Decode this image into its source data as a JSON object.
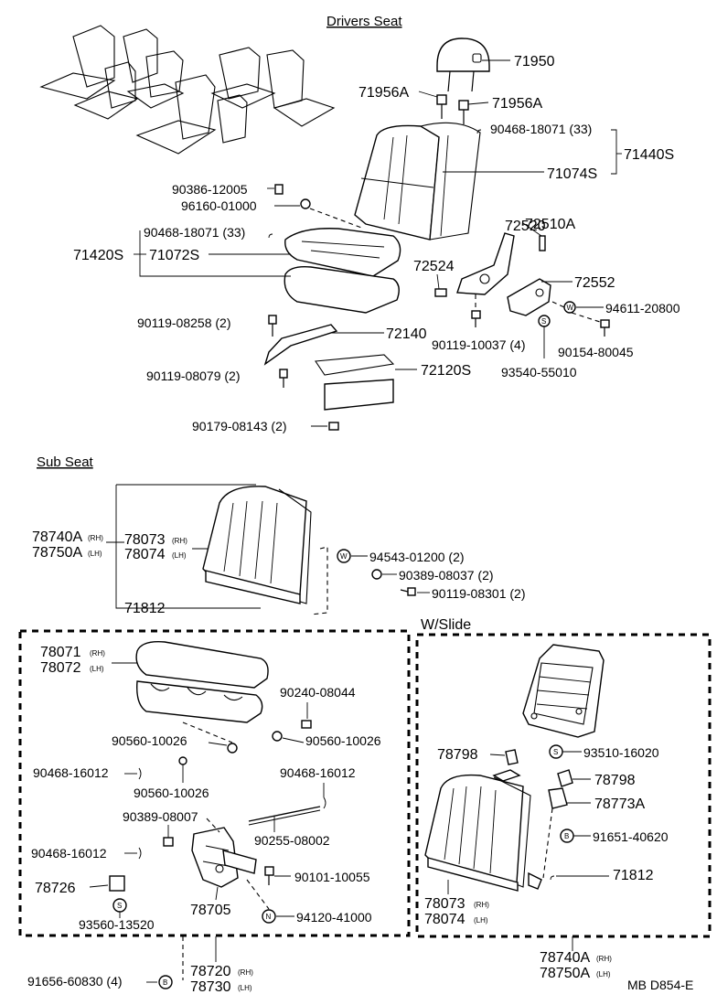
{
  "sections": {
    "drivers_seat": "Drivers Seat",
    "sub_seat": "Sub Seat",
    "w_slide": "W/Slide"
  },
  "labels": {
    "p71950": "71950",
    "p71956A_l": "71956A",
    "p71956A_r": "71956A",
    "p90468_18071_top": "90468-18071 (33)",
    "p71440S": "71440S",
    "p71074S": "71074S",
    "p90386": "90386-12005",
    "p96160": "96160-01000",
    "p90468_18071_mid": "90468-18071 (33)",
    "p71420S": "71420S",
    "p71072S": "71072S",
    "p72520": "72520",
    "p72510A": "72510A",
    "p72524": "72524",
    "p72552": "72552",
    "p94611": "94611-20800",
    "p90119_08258": "90119-08258 (2)",
    "p72140": "72140",
    "p90119_10037": "90119-10037 (4)",
    "p90154": "90154-80045",
    "p93540": "93540-55010",
    "p90119_08079": "90119-08079 (2)",
    "p72120S": "72120S",
    "p90179": "90179-08143 (2)",
    "p78740A_a": "78740A",
    "p78750A_a": "78750A",
    "p78073_a": "78073",
    "p78074_a": "78074",
    "p94543": "94543-01200 (2)",
    "p90389_08037": "90389-08037 (2)",
    "p90119_08301": "90119-08301 (2)",
    "p71812_a": "71812",
    "p78071": "78071",
    "p78072": "78072",
    "p90240": "90240-08044",
    "p90560_a": "90560-10026",
    "p90560_b": "90560-10026",
    "p90468_16012_a": "90468-16012",
    "p90560_c": "90560-10026",
    "p90468_16012_b": "90468-16012",
    "p90389_08007": "90389-08007",
    "p90255": "90255-08002",
    "p90468_16012_c": "90468-16012",
    "p78726": "78726",
    "p90101": "90101-10055",
    "p93560": "93560-13520",
    "p78705": "78705",
    "p94120": "94120-41000",
    "p91656": "91656-60830 (4)",
    "p78720": "78720",
    "p78730": "78730",
    "p78798_a": "78798",
    "p93510": "93510-16020",
    "p78798_b": "78798",
    "p78773A": "78773A",
    "p91651": "91651-40620",
    "p71812_b": "71812",
    "p78073_b": "78073",
    "p78074_b": "78074",
    "p78740A_b": "78740A",
    "p78750A_b": "78750A",
    "footer": "MB D854-E"
  },
  "side_marks": {
    "rh": "(RH)",
    "lh": "(LH)"
  },
  "symbols": {
    "W": "W",
    "S": "S",
    "N": "N",
    "B": "B"
  }
}
